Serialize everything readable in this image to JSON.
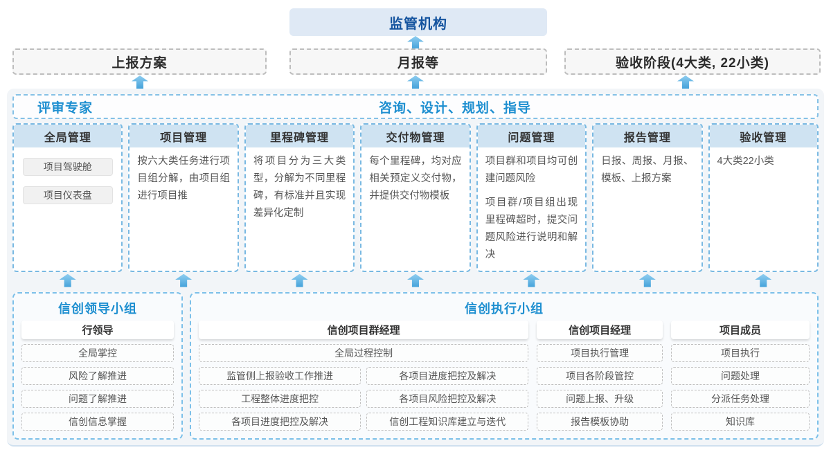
{
  "colors": {
    "accent_blue": "#1e8fd0",
    "dark_blue": "#15549f",
    "column_header_bg": "#cfe3f2",
    "container_bg": "#f2f5f8",
    "arrow_blue": "#45a2da"
  },
  "regulator": {
    "label": "监管机构"
  },
  "report_row": [
    {
      "label": "上报方案"
    },
    {
      "label": "月报等"
    },
    {
      "label": "验收阶段(4大类, 22小类)"
    }
  ],
  "platform": {
    "experts_label": "评审专家",
    "consulting_label": "咨询、设计、规划、指导",
    "columns": [
      {
        "title": "全局管理",
        "tags": [
          "项目驾驶舱",
          "项目仪表盘"
        ]
      },
      {
        "title": "项目管理",
        "paragraphs": [
          "按六大类任务进行项目组分解，由项目组进行项目推"
        ]
      },
      {
        "title": "里程碑管理",
        "paragraphs": [
          "将项目分为三大类型，分解为不同里程碑，有标准并且实现差异化定制"
        ]
      },
      {
        "title": "交付物管理",
        "paragraphs": [
          "每个里程碑，均对应相关预定义交付物，并提供交付物模板"
        ]
      },
      {
        "title": "问题管理",
        "paragraphs": [
          "项目群和项目均可创建问题风险",
          "项目群/项目组出现里程碑超时，提交问题风险进行说明和解决"
        ]
      },
      {
        "title": "报告管理",
        "paragraphs": [
          "日报、周报、月报、模板、上报方案"
        ]
      },
      {
        "title": "验收管理",
        "paragraphs": [
          "4大类22小类"
        ]
      }
    ]
  },
  "groups": {
    "leadership": {
      "title": "信创领导小组",
      "role": "行领导",
      "items": [
        "全局掌控",
        "风险了解推进",
        "问题了解推进",
        "信创信息掌握"
      ]
    },
    "execution": {
      "title": "信创执行小组",
      "program_manager": {
        "role": "信创项目群经理",
        "full_item": "全局过程控制",
        "left_items": [
          "监管侧上报验收工作推进",
          "工程整体进度把控",
          "各项目进度把控及解决"
        ],
        "right_items": [
          "各项目进度把控及解决",
          "各项目风险把控及解决",
          "信创工程知识库建立与迭代"
        ]
      },
      "project_manager": {
        "role": "信创项目经理",
        "items": [
          "项目执行管理",
          "项目各阶段管控",
          "问题上报、升级",
          "报告模板协助"
        ]
      },
      "member": {
        "role": "项目成员",
        "items": [
          "项目执行",
          "问题处理",
          "分派任务处理",
          "知识库"
        ]
      }
    }
  }
}
